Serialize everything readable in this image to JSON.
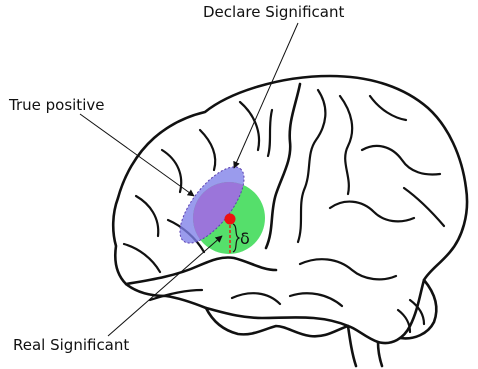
{
  "labels": {
    "declare_significant": "Declare Significant",
    "true_positive": "True positive",
    "real_significant": "Real Significant",
    "delta": "δ"
  },
  "colors": {
    "declare_region": "#7d7fe8",
    "real_region": "#2fd84a",
    "overlap_region": "#a070e0",
    "point": "#ee1111",
    "brain_outline": "#111111"
  }
}
